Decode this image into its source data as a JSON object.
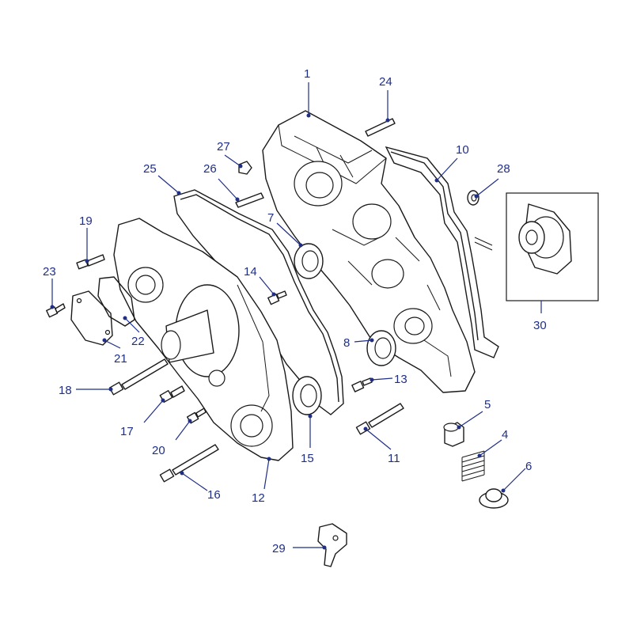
{
  "diagram": {
    "parts": [
      {
        "id": "p1",
        "label": "1"
      },
      {
        "id": "p4",
        "label": "4"
      },
      {
        "id": "p5",
        "label": "5"
      },
      {
        "id": "p6",
        "label": "6"
      },
      {
        "id": "p7",
        "label": "7"
      },
      {
        "id": "p8",
        "label": "8"
      },
      {
        "id": "p10",
        "label": "10"
      },
      {
        "id": "p11",
        "label": "11"
      },
      {
        "id": "p12",
        "label": "12"
      },
      {
        "id": "p13",
        "label": "13"
      },
      {
        "id": "p14",
        "label": "14"
      },
      {
        "id": "p15",
        "label": "15"
      },
      {
        "id": "p16",
        "label": "16"
      },
      {
        "id": "p17",
        "label": "17"
      },
      {
        "id": "p18",
        "label": "18"
      },
      {
        "id": "p19",
        "label": "19"
      },
      {
        "id": "p20",
        "label": "20"
      },
      {
        "id": "p21",
        "label": "21"
      },
      {
        "id": "p22",
        "label": "22"
      },
      {
        "id": "p23",
        "label": "23"
      },
      {
        "id": "p24",
        "label": "24"
      },
      {
        "id": "p25",
        "label": "25"
      },
      {
        "id": "p26",
        "label": "26"
      },
      {
        "id": "p27",
        "label": "27"
      },
      {
        "id": "p28",
        "label": "28"
      },
      {
        "id": "p29",
        "label": "29"
      },
      {
        "id": "p30",
        "label": "30"
      }
    ],
    "colors": {
      "callout": "#1f2f86",
      "line": "#1a1a1a"
    }
  }
}
